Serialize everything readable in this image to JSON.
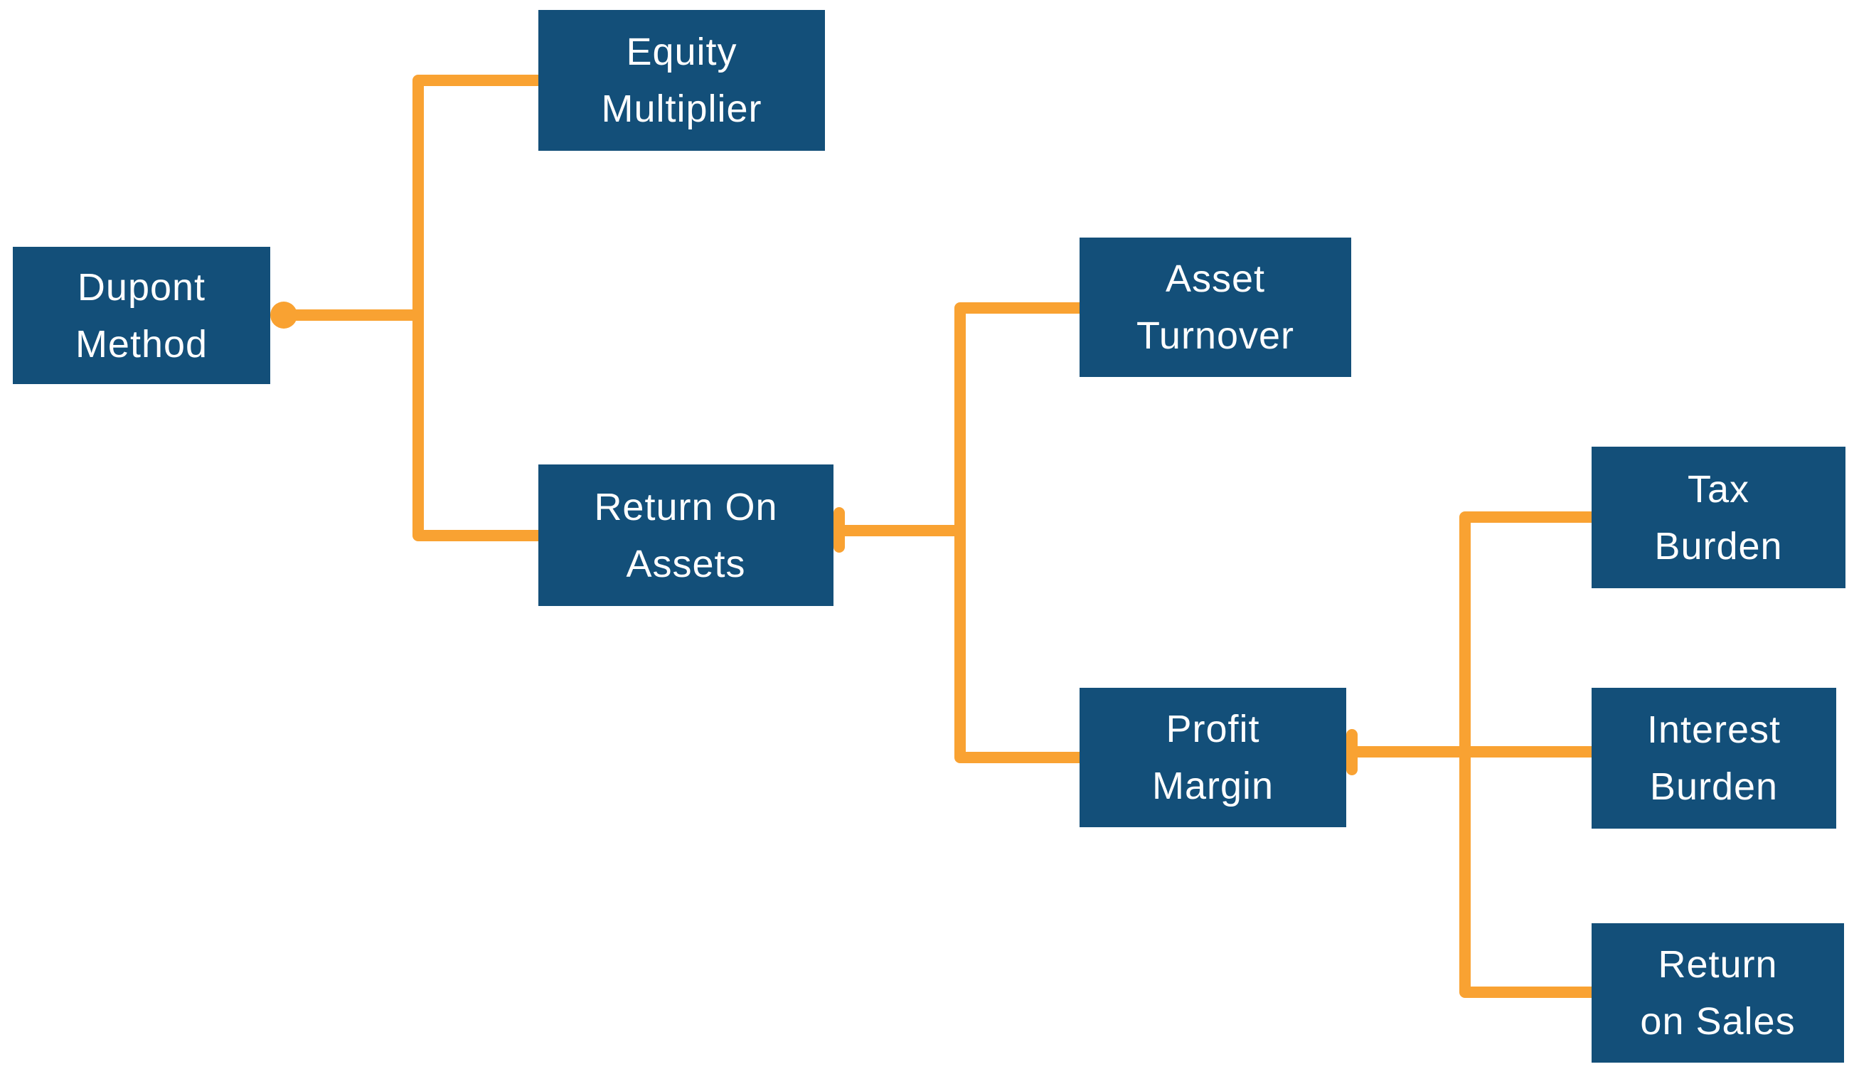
{
  "diagram_title": "Dupont Method",
  "colors": {
    "node_fill": "#134F79",
    "node_text": "#FFFFFF",
    "connector": "#F9A232",
    "background": "#FFFFFF"
  },
  "nodes": {
    "dupont": {
      "label": "Dupont Method",
      "line1": "Dupont",
      "line2": "Method"
    },
    "equity": {
      "label": "Equity Multiplier",
      "line1": "Equity",
      "line2": "Multiplier"
    },
    "roa": {
      "label": "Return On Assets",
      "line1": "Return On",
      "line2": "Assets"
    },
    "asset_turnover": {
      "label": "Asset Turnover",
      "line1": "Asset",
      "line2": "Turnover"
    },
    "profit_margin": {
      "label": "Profit Margin",
      "line1": "Profit",
      "line2": "Margin"
    },
    "tax_burden": {
      "label": "Tax Burden",
      "line1": "Tax",
      "line2": "Burden"
    },
    "interest_burden": {
      "label": "Interest Burden",
      "line1": "Interest",
      "line2": "Burden"
    },
    "return_on_sales": {
      "label": "Return on Sales",
      "line1": "Return",
      "line2": "on Sales"
    }
  },
  "edges": [
    {
      "from": "Dupont Method",
      "to": "Equity Multiplier"
    },
    {
      "from": "Dupont Method",
      "to": "Return On Assets"
    },
    {
      "from": "Return On Assets",
      "to": "Asset Turnover"
    },
    {
      "from": "Return On Assets",
      "to": "Profit Margin"
    },
    {
      "from": "Profit Margin",
      "to": "Tax Burden"
    },
    {
      "from": "Profit Margin",
      "to": "Interest Burden"
    },
    {
      "from": "Profit Margin",
      "to": "Return on Sales"
    }
  ]
}
